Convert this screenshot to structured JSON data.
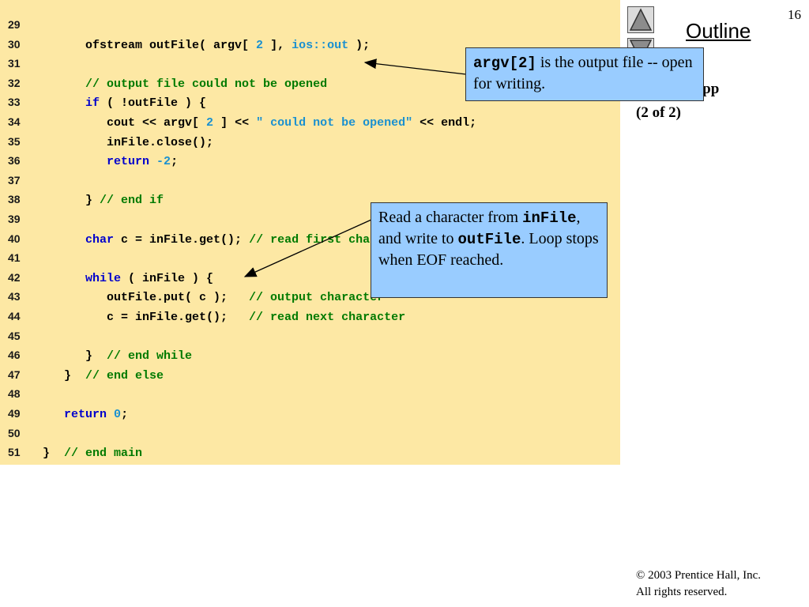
{
  "slide": {
    "number": "16",
    "outline_label": "Outline",
    "outline_file": ".cpp",
    "outline_part": "(2 of 2)"
  },
  "code": {
    "lines": [
      {
        "num": "29",
        "parts": []
      },
      {
        "num": "30",
        "parts": [
          {
            "t": "      ofstream outFile( argv[ ",
            "c": ""
          },
          {
            "t": "2",
            "c": "nm"
          },
          {
            "t": " ], ",
            "c": ""
          },
          {
            "t": "ios::out",
            "c": "st"
          },
          {
            "t": " );",
            "c": ""
          }
        ]
      },
      {
        "num": "31",
        "parts": []
      },
      {
        "num": "32",
        "parts": [
          {
            "t": "      ",
            "c": ""
          },
          {
            "t": "// output file could not be opened",
            "c": "cm"
          }
        ]
      },
      {
        "num": "33",
        "parts": [
          {
            "t": "      ",
            "c": ""
          },
          {
            "t": "if",
            "c": "kw"
          },
          {
            "t": " ( !outFile ) {",
            "c": ""
          }
        ]
      },
      {
        "num": "34",
        "parts": [
          {
            "t": "         cout << argv[ ",
            "c": ""
          },
          {
            "t": "2",
            "c": "nm"
          },
          {
            "t": " ] << ",
            "c": ""
          },
          {
            "t": "\" could not be opened\"",
            "c": "st"
          },
          {
            "t": " << endl;",
            "c": ""
          }
        ]
      },
      {
        "num": "35",
        "parts": [
          {
            "t": "         inFile.close();",
            "c": ""
          }
        ]
      },
      {
        "num": "36",
        "parts": [
          {
            "t": "         ",
            "c": ""
          },
          {
            "t": "return",
            "c": "kw"
          },
          {
            "t": " ",
            "c": ""
          },
          {
            "t": "-2",
            "c": "nm"
          },
          {
            "t": ";",
            "c": ""
          }
        ]
      },
      {
        "num": "37",
        "parts": []
      },
      {
        "num": "38",
        "parts": [
          {
            "t": "      } ",
            "c": ""
          },
          {
            "t": "// end if",
            "c": "cm"
          }
        ]
      },
      {
        "num": "39",
        "parts": []
      },
      {
        "num": "40",
        "parts": [
          {
            "t": "      ",
            "c": ""
          },
          {
            "t": "char",
            "c": "kw"
          },
          {
            "t": " c = inFile.get(); ",
            "c": ""
          },
          {
            "t": "// read first character",
            "c": "cm"
          }
        ]
      },
      {
        "num": "41",
        "parts": []
      },
      {
        "num": "42",
        "parts": [
          {
            "t": "      ",
            "c": ""
          },
          {
            "t": "while",
            "c": "kw"
          },
          {
            "t": " ( inFile ) {",
            "c": ""
          }
        ]
      },
      {
        "num": "43",
        "parts": [
          {
            "t": "         outFile.put( c );   ",
            "c": ""
          },
          {
            "t": "// output character",
            "c": "cm"
          }
        ]
      },
      {
        "num": "44",
        "parts": [
          {
            "t": "         c = inFile.get();   ",
            "c": ""
          },
          {
            "t": "// read next character",
            "c": "cm"
          }
        ]
      },
      {
        "num": "45",
        "parts": []
      },
      {
        "num": "46",
        "parts": [
          {
            "t": "      }  ",
            "c": ""
          },
          {
            "t": "// end while",
            "c": "cm"
          }
        ]
      },
      {
        "num": "47",
        "parts": [
          {
            "t": "   }  ",
            "c": ""
          },
          {
            "t": "// end else",
            "c": "cm"
          }
        ]
      },
      {
        "num": "48",
        "parts": []
      },
      {
        "num": "49",
        "parts": [
          {
            "t": "   ",
            "c": ""
          },
          {
            "t": "return",
            "c": "kw"
          },
          {
            "t": " ",
            "c": ""
          },
          {
            "t": "0",
            "c": "nm"
          },
          {
            "t": ";",
            "c": ""
          }
        ]
      },
      {
        "num": "50",
        "parts": []
      },
      {
        "num": "51",
        "parts": [
          {
            "t": "}  ",
            "c": ""
          },
          {
            "t": "// end main",
            "c": "cm"
          }
        ]
      }
    ]
  },
  "callouts": {
    "argv": {
      "code": "argv[2]",
      "text": " is the output file -- open for writing."
    },
    "read": {
      "text1": "Read a character from ",
      "code1": "inFile",
      "text2": ", and write to ",
      "code2": "outFile",
      "text3": ". Loop stops when EOF reached."
    }
  },
  "footer": {
    "copyright_symbol": "©",
    "copyright": " 2003 Prentice Hall, Inc.",
    "rights": "All rights reserved."
  },
  "colors": {
    "code_background": "#fde8a4",
    "callout_background": "#99ccff",
    "keyword": "#0000cc",
    "comment": "#007a00",
    "string": "#1a90d0"
  }
}
